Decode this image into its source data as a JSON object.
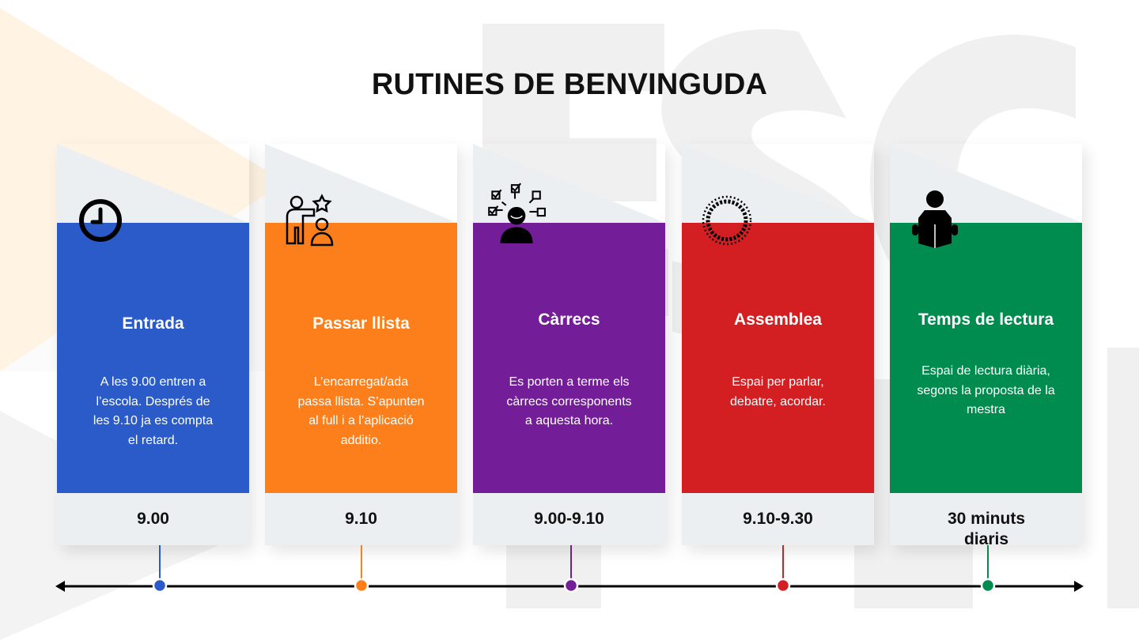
{
  "title": "RUTINES DE BENVINGUDA",
  "colors": {
    "blue": "#2a5bc8",
    "orange": "#fd7f1c",
    "purple": "#731d98",
    "red": "#d41f22",
    "green": "#008c4e",
    "light_panel": "#eceff2"
  },
  "steps": [
    {
      "title": "Entrada",
      "description": "A les 9.00 entren a l’escola. Després de les 9.10 ja es compta el retard.",
      "time": "9.00",
      "icon": "clock-icon"
    },
    {
      "title": "Passar llista",
      "description": "L’encarregat/ada passa llista. S’apunten al full i a l’aplicació additio.",
      "time": "9.10",
      "icon": "teacher-student-icon"
    },
    {
      "title": "Càrrecs",
      "description": "Es porten a terme els càrrecs corresponents a aquesta hora.",
      "time": "9.00-9.10",
      "icon": "person-tasks-icon"
    },
    {
      "title": "Assemblea",
      "description": "Espai per parlar, debatre, acordar.",
      "time": "9.10-9.30",
      "icon": "people-circle-icon"
    },
    {
      "title": "Temps de lectura",
      "description": "Espai de lectura diària, segons la proposta de la mestra",
      "time": "30 minuts diaris",
      "icon": "reading-person-icon"
    }
  ]
}
